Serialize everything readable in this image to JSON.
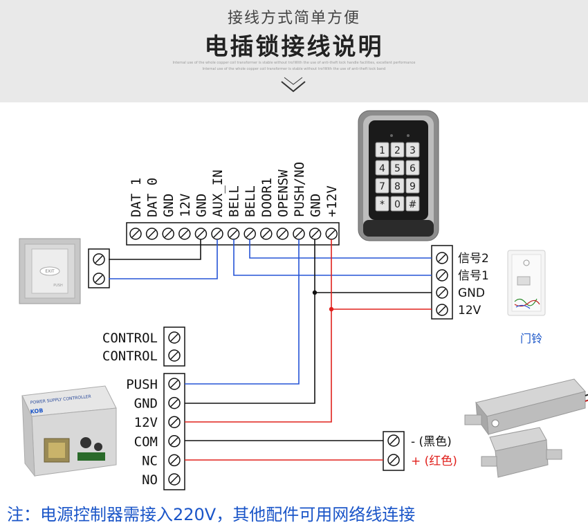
{
  "header": {
    "subtitle": "接线方式简单方便",
    "title": "电插锁接线说明",
    "fine_line_1": "Internal use of the whole copper coil transformer is stable without tro!With the use of anti-theft lock handle facilities, excellent performance",
    "fine_line_2": "Internal use of the whole copper coil transformer is stable without tro!With the use of anti-theft lock band"
  },
  "top_terminals": [
    "DAT 1",
    "DAT 0",
    "GND",
    "12V",
    "GND",
    "AUX_IN",
    "BELL",
    "BELL",
    "DOOR1",
    "OPENSW",
    "PUSH/NO",
    "GND",
    "+12V"
  ],
  "doorbell_terminals": [
    "信号2",
    "信号1",
    "GND",
    "12V"
  ],
  "doorbell_caption": "门铃",
  "control_terminals": [
    "CONTROL",
    "CONTROL"
  ],
  "power_terminals": [
    "PUSH",
    "GND",
    "12V",
    "COM",
    "NC",
    "NO"
  ],
  "lock_terminals": [
    "- (黑色)",
    "+ (红色)"
  ],
  "exit_button_text": "EXIT",
  "exit_button_small": "PUSH",
  "keypad_keys": [
    "1",
    "2",
    "3",
    "4",
    "5",
    "6",
    "7",
    "8",
    "9",
    "*",
    "0",
    "#"
  ],
  "power_box": {
    "label": "POWER SUPPLY CONTROLLER",
    "brand": "KOB"
  },
  "footer_note": "注：电源控制器需接入220V，其他配件可用网络线连接",
  "colors": {
    "blue": "#2453d6",
    "red": "#e0201c",
    "black": "#111111",
    "footer": "#1a55c8"
  }
}
